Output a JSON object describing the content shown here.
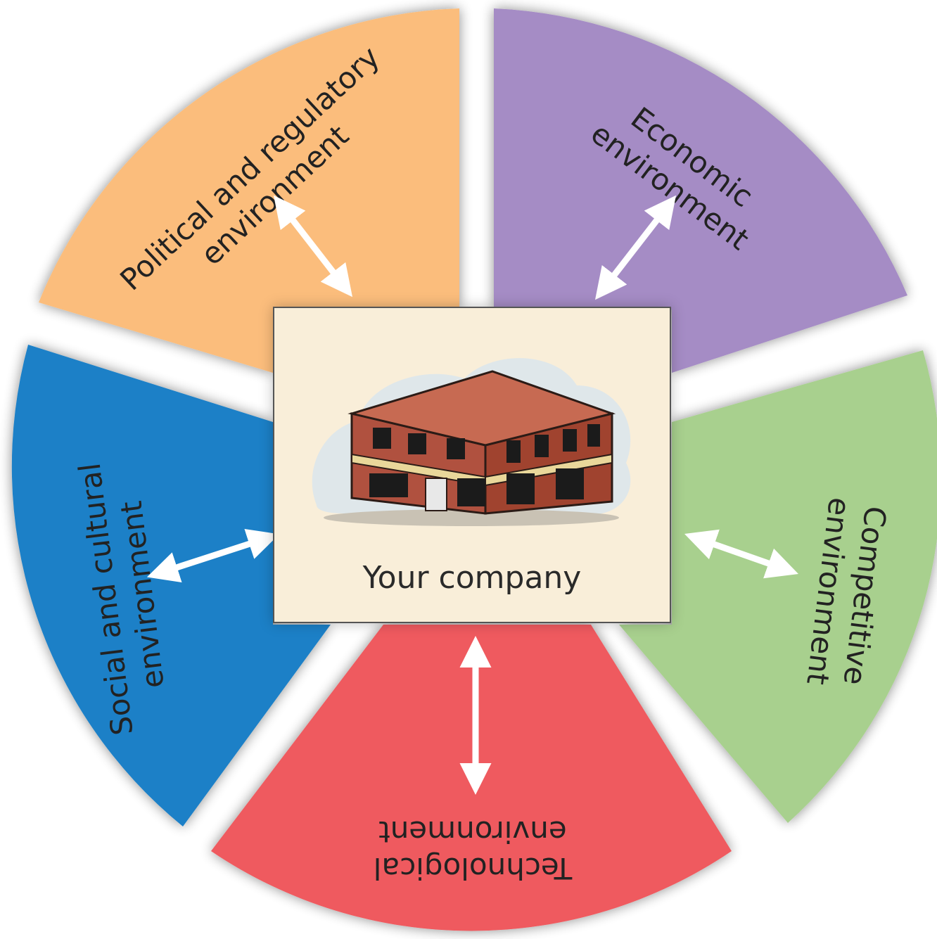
{
  "center": {
    "label": "Your company"
  },
  "segments": [
    {
      "id": "political",
      "lines": [
        "Political and regulatory",
        "environment"
      ],
      "color": "#fbbd7c"
    },
    {
      "id": "economic",
      "lines": [
        "Economic",
        "environment"
      ],
      "color": "#a58cc5"
    },
    {
      "id": "competitive",
      "lines": [
        "Competitive",
        "environment"
      ],
      "color": "#a8d08e"
    },
    {
      "id": "technological",
      "lines": [
        "Technological",
        "environment"
      ],
      "color": "#ef5a5e"
    },
    {
      "id": "social",
      "lines": [
        "Social and cultural",
        "environment"
      ],
      "color": "#1f80c7"
    }
  ],
  "icons": {
    "center_image": "building-icon",
    "connector": "double-arrow-icon"
  }
}
